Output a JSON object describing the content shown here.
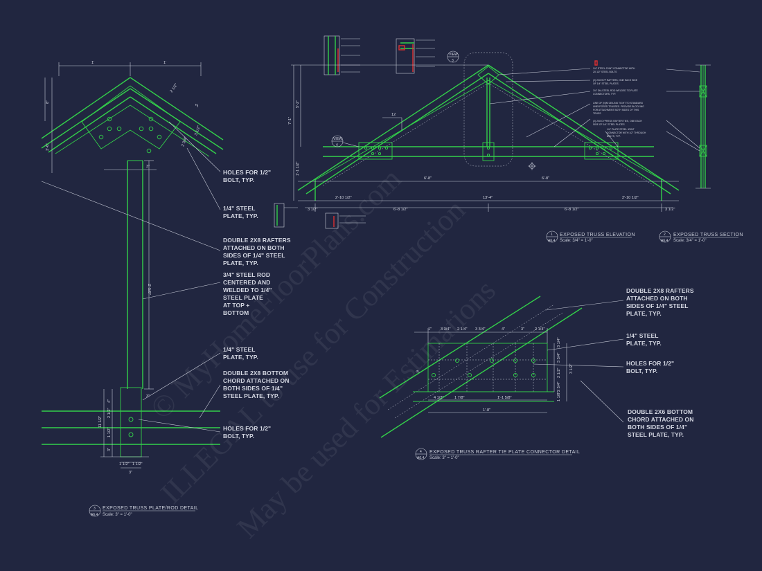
{
  "sheet_title": "",
  "detail_labels": {
    "d3_holes_top": [
      "HOLES FOR 1/2\"",
      "BOLT, TYP."
    ],
    "d3_plate_top": [
      "1/4\" STEEL",
      "PLATE, TYP."
    ],
    "d3_rafters": [
      "DOUBLE 2X8 RAFTERS",
      "ATTACHED ON BOTH",
      "SIDES OF 1/4\" STEEL",
      "PLATE, TYP."
    ],
    "d3_rod": [
      "3/4\" STEEL ROD",
      "CENTERED AND",
      "WELDED TO 1/4\"",
      "STEEL PLATE",
      "AT TOP +",
      "BOTTOM"
    ],
    "d3_plate_bottom": [
      "1/4\" STEEL",
      "PLATE, TYP."
    ],
    "d3_chord": [
      "DOUBLE 2X8 BOTTOM",
      "CHORD ATTACHED ON",
      "BOTH SIDES OF 1/4\"",
      "STEEL PLATE, TYP."
    ],
    "d3_holes_bottom": [
      "HOLES FOR 1/2\"",
      "BOLT, TYP."
    ],
    "d4_rafters": [
      "DOUBLE 2X8 RAFTERS",
      "ATTACHED ON BOTH",
      "SIDES OF 1/4\" STEEL",
      "PLATE, TYP."
    ],
    "d4_plate": [
      "1/4\" STEEL",
      "PLATE, TYP."
    ],
    "d4_holes": [
      "HOLES FOR 1/2\"",
      "BOLT, TYP."
    ],
    "d4_chord": [
      "DOUBLE 2X6 BOTTOM",
      "CHORD ATTACHED ON",
      "BOTH SIDES OF 1/4\"",
      "STEEL PLATE, TYP."
    ]
  },
  "elevation_notes": [
    "1/4\" STEEL JOINT CONNECTOR WITH",
    "2X 1/2\" STEEL BOLTS",
    "(2) 2X8 SYP RAFTERS, ONE EACH SIDE",
    "OF 1/4\" STEEL PLATES",
    "3/4\" DIA STEEL ROD WELDED TO PLATE",
    "CONNECTORS, TYP.",
    "LINE OF (N)M CEILING TIGHT TO STANDARD",
    "UNEXPOSED TRUSSES. PROVIDE BLOCKING",
    "FOR ATTACHMENT BOTH SIDES OF THIS",
    "TRUSS",
    "(2) 2X8 CYPRESS RAFTER TIES, ONE EACH",
    "SIDE OF 1/4\" STEEL PLATES",
    "1/4\" PLATE STEEL JOINT",
    "CONNECTOR WITH 1/2\" THROUGH",
    "BOLTS, TYP."
  ],
  "detail_titles": [
    {
      "num": "1",
      "sheet": "A6.4",
      "title": "EXPOSED TRUSS ELEVATION",
      "scale": "Scale: 3/4\" = 1'-0\""
    },
    {
      "num": "2",
      "sheet": "A6.4",
      "title": "EXPOSED TRUSS SECTION",
      "scale": "Scale: 3/4\" = 1'-0\""
    },
    {
      "num": "3",
      "sheet": "A6.4",
      "title": "EXPOSED TRUSS PLATE/ROD DETAIL",
      "scale": "Scale: 3\" = 1'-0\""
    },
    {
      "num": "4",
      "sheet": "A6.4",
      "title": "EXPOSED TRUSS RAFTER TIE PLATE CONNECTOR DETAIL",
      "scale": "Scale: 3\" = 1'-0\""
    }
  ],
  "view_bubbles": [
    {
      "label": "VIEW",
      "num": "3"
    },
    {
      "label": "VIEW",
      "num": "4"
    }
  ],
  "dims_d3": {
    "top_left": "1'",
    "top_right": "1'",
    "left_vert": "8\"",
    "left_vert2": "3'-6\"",
    "d1": "2 1/2\"",
    "d2": "2\"",
    "d3": "2 3/4\"",
    "d4": "3 1/2\"",
    "rod_top": "3\"",
    "rod_len": "2'-5/8\"",
    "rod_bot": "3\"",
    "plate_v1": "4\"",
    "plate_v2": "11 1/2\"",
    "plate_v3": "2 1/2\"",
    "plate_v4": "1 1/2\"",
    "plate_v5": "3\"",
    "plate_v6": "8\"",
    "plate_h1": "1 1/2\"",
    "plate_h2": "1 1/2\"",
    "plate_h3": "3\""
  },
  "dims_d1": {
    "rise": "5'-2\"",
    "total_h": "7'-1\"",
    "heel_h": "1'-1 1/2\"",
    "pitch": "12",
    "half_l": "6'-8\"",
    "half_r": "6'-8\"",
    "span": "13'-4\"",
    "b1": "2'-10 1/2\"",
    "b2": "2'-10 1/2\"",
    "b3": "3 1/2\"",
    "b4": "3 1/2\"",
    "b5": "6'-8 1/2\"",
    "b6": "6'-8 1/2\""
  },
  "dims_d4": {
    "t1": "1\"",
    "t2": "3 3/4\"",
    "t3": "2 1/4\"",
    "t4": "3 3/4\"",
    "t5": "4\"",
    "t6": "3\"",
    "t7": "2 1/4\"",
    "b1": "4 1/2\"",
    "b2": "1 7/8\"",
    "b3": "1'-1 5/8\"",
    "b4": "1'-8\"",
    "r1": "3 1/4\"",
    "r2": "3 3/4\"",
    "r3": "2 1/2\"",
    "r4": "2 3/4\"",
    "r5": "3 1/2\"",
    "r6": "1 1/8\"",
    "slope": "6\""
  },
  "watermark": [
    "© MyHomeFloorPlans.com",
    "ILLEGAL to use for Construction",
    "May be used for Estimations"
  ]
}
